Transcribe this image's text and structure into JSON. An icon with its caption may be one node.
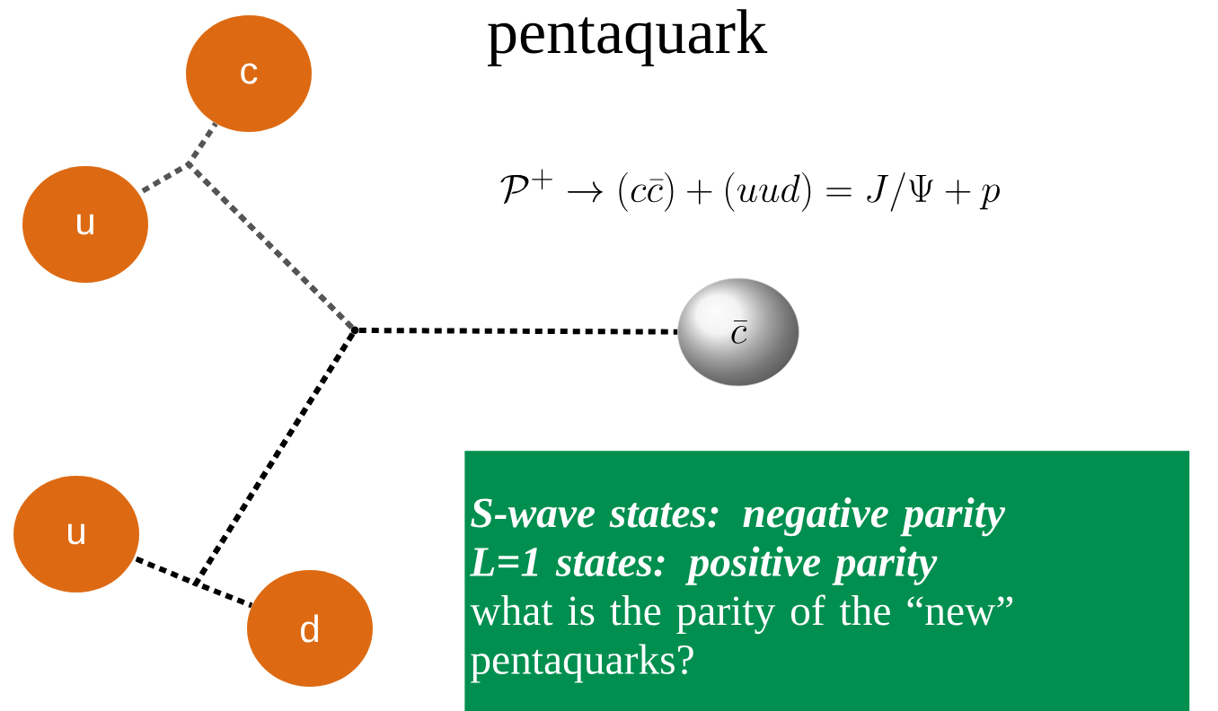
{
  "diagram": {
    "title": "pentaquark",
    "nodes": [
      {
        "text": [
          "c"
        ]
      },
      {
        "text": [
          "u"
        ]
      },
      {
        "text": [
          "\\bar{c}"
        ]
      },
      {
        "text": [],
        "shape": "point"
      },
      {
        "text": [
          "u"
        ]
      },
      {
        "text": [
          "d"
        ]
      },
      {
        "text": [
          "S-wave states: negative parity",
          "L=1 states: positive parity",
          "what is the parity of the “new” pentaquarks?"
        ]
      }
    ],
    "edges": [
      {
        "from": 3,
        "to": 0,
        "arrow": "none",
        "style": "dashed",
        "color": "#555555"
      },
      {
        "from": 3,
        "to": 1,
        "arrow": "none",
        "style": "dashed",
        "color": "#555555"
      },
      {
        "from": 3,
        "to": 2,
        "arrow": "none",
        "style": "dashed"
      },
      {
        "from": 3,
        "to": 4,
        "arrow": "none",
        "style": "dashed"
      },
      {
        "from": 3,
        "to": 5,
        "arrow": "none",
        "style": "dashed"
      }
    ],
    "labels": [
      "\\mathcal{P}^+ \\to (c\\bar{c}) + (uud) = J/\\Psi + p"
    ]
  }
}
